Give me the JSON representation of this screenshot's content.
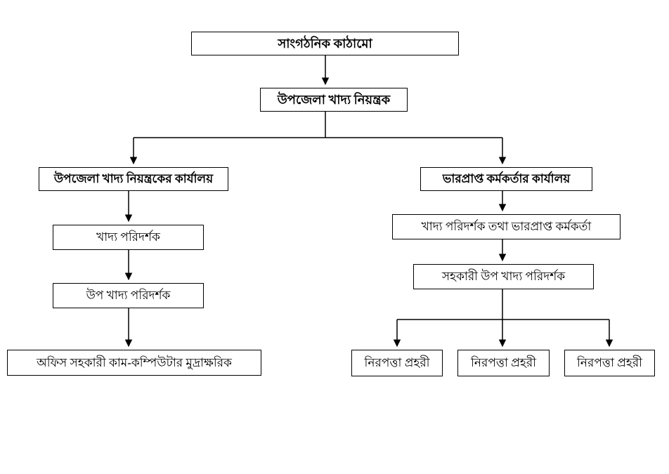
{
  "diagram": {
    "type": "org-chart",
    "language": "Bengali",
    "colors": {
      "line": "#000000",
      "box_border": "#000000",
      "box_fill": "#ffffff",
      "text": "#000000",
      "page_bg": "#ffffff"
    },
    "nodes": {
      "root": {
        "label": "সাংগঠনিক কাঠামো"
      },
      "controller": {
        "label": "উপজেলা খাদ্য নিয়ন্ত্রক"
      },
      "left_office": {
        "label": "উপজেলা খাদ্য নিয়ন্ত্রকের কার্যালয়"
      },
      "right_office": {
        "label": "ভারপ্রাপ্ত কর্মকর্তার কার্যালয়"
      },
      "food_inspector": {
        "label": "খাদ্য পরিদর্শক"
      },
      "food_inspector_in_charge": {
        "label": "খাদ্য পরিদর্শক তথা ভারপ্রাপ্ত কর্মকর্তা"
      },
      "sub_food_inspector": {
        "label": "উপ খাদ্য পরিদর্শক"
      },
      "assistant_sub_food_inspector": {
        "label": "সহকারী উপ খাদ্য পরিদর্শক"
      },
      "office_assistant": {
        "label": "অফিস সহকারী কাম-কম্পিউটার মুদ্রাক্ষরিক"
      },
      "security_guard_1": {
        "label": "নিরপত্তা প্রহরী"
      },
      "security_guard_2": {
        "label": "নিরপত্তা প্রহরী"
      },
      "security_guard_3": {
        "label": "নিরপত্তা প্রহরী"
      }
    },
    "edges": [
      {
        "from": "root",
        "to": "controller"
      },
      {
        "from": "controller",
        "to": "left_office"
      },
      {
        "from": "controller",
        "to": "right_office"
      },
      {
        "from": "left_office",
        "to": "food_inspector"
      },
      {
        "from": "food_inspector",
        "to": "sub_food_inspector"
      },
      {
        "from": "sub_food_inspector",
        "to": "office_assistant"
      },
      {
        "from": "right_office",
        "to": "food_inspector_in_charge"
      },
      {
        "from": "food_inspector_in_charge",
        "to": "assistant_sub_food_inspector"
      },
      {
        "from": "assistant_sub_food_inspector",
        "to": "security_guard_1"
      },
      {
        "from": "assistant_sub_food_inspector",
        "to": "security_guard_2"
      },
      {
        "from": "assistant_sub_food_inspector",
        "to": "security_guard_3"
      }
    ]
  }
}
